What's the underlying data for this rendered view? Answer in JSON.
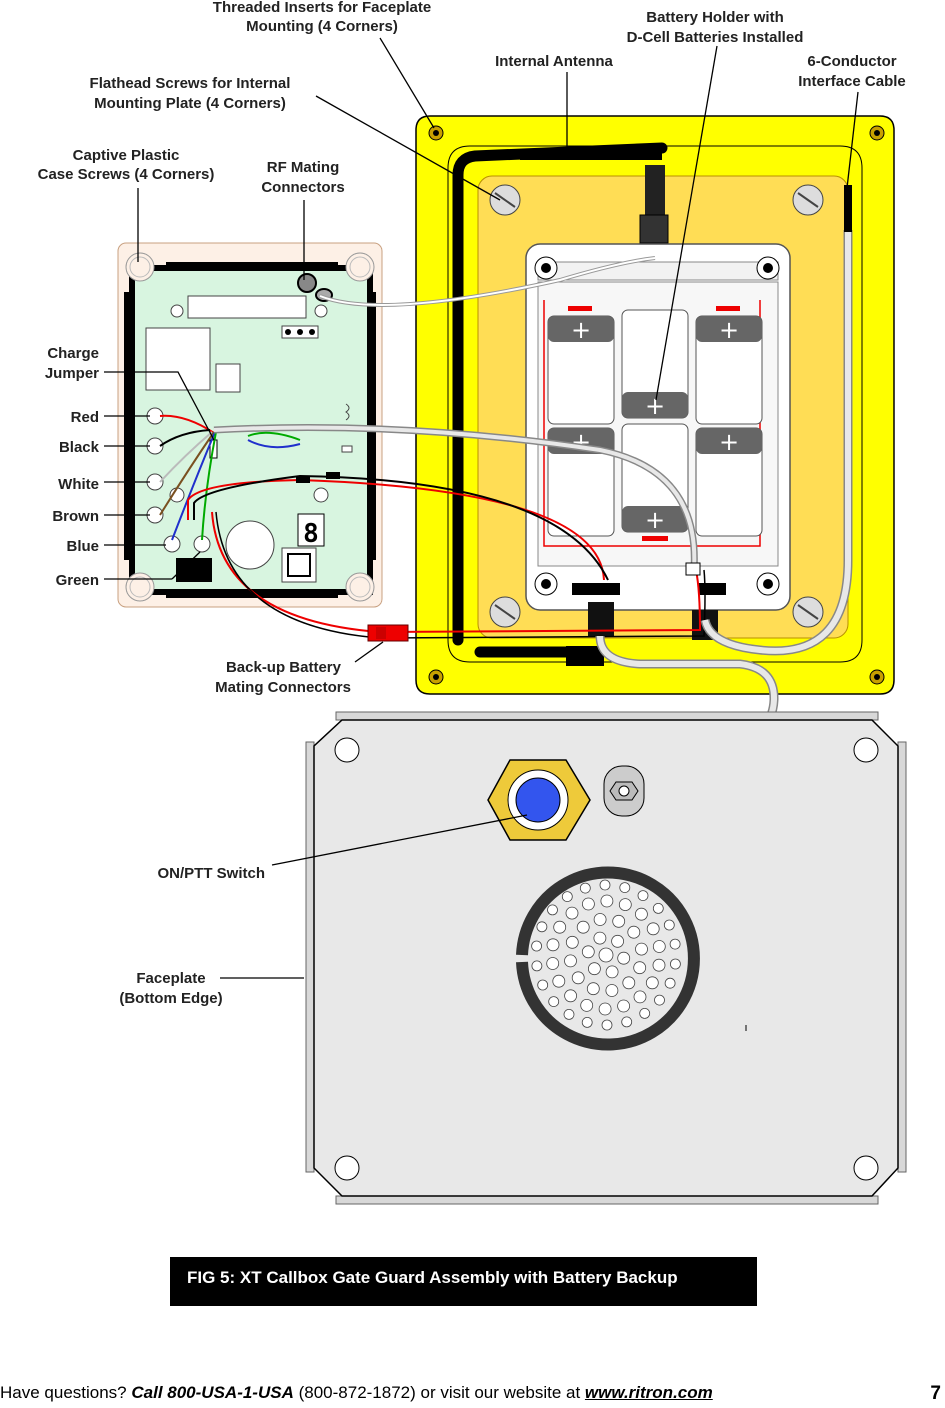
{
  "labels": {
    "threaded_inserts": [
      "Threaded Inserts for Faceplate",
      "Mounting (4 Corners)"
    ],
    "battery_holder": [
      "Battery Holder with",
      "D-Cell Batteries Installed"
    ],
    "internal_antenna": "Internal Antenna",
    "interface_cable": [
      "6-Conductor",
      "Interface Cable"
    ],
    "flathead_screws": [
      "Flathead Screws for Internal",
      "Mounting Plate (4 Corners)"
    ],
    "captive_screws": [
      "Captive Plastic",
      "Case Screws (4 Corners)"
    ],
    "rf_connectors": [
      "RF Mating",
      "Connectors"
    ],
    "charge_jumper": [
      "Charge",
      "Jumper"
    ],
    "wires": [
      "Red",
      "Black",
      "White",
      "Brown",
      "Blue",
      "Green"
    ],
    "backup_battery": [
      "Back-up Battery",
      "Mating Connectors"
    ],
    "on_ptt_switch": "ON/PTT Switch",
    "faceplate": [
      "Faceplate",
      "(Bottom Edge)"
    ]
  },
  "caption": "FIG 5: XT Callbox Gate Guard Assembly with Battery Backup",
  "footer": {
    "prefix": "Have questions?  ",
    "call": "Call 800-USA-1-USA",
    "number": " (800-872-1872) or visit our website at ",
    "website": "www.ritron.com",
    "page": "7"
  },
  "colors": {
    "enclosure_yellow": "#ffff00",
    "mounting_plate": "#ffdd55",
    "circuit_board": "#d8f5e0",
    "case_outer": "#fdf0e6",
    "wire_red": "#ee0000",
    "faceplate_gray": "#e8e8e8"
  }
}
